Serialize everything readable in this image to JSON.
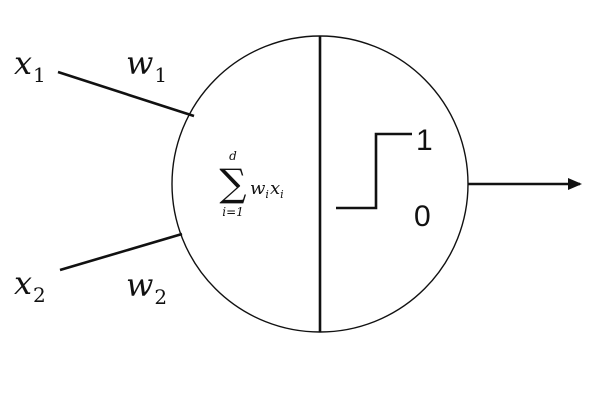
{
  "inputs": [
    {
      "var": "x",
      "sub": "1"
    },
    {
      "var": "x",
      "sub": "2"
    }
  ],
  "weights": [
    {
      "var": "w",
      "sub": "1"
    },
    {
      "var": "w",
      "sub": "2"
    }
  ],
  "summation": {
    "symbol": "∑",
    "upper": "d",
    "lower": "i=1",
    "term_w": "w",
    "term_w_sub": "i",
    "term_x": "x",
    "term_x_sub": "i"
  },
  "step": {
    "high": "1",
    "low": "0"
  },
  "colors": {
    "stroke": "#111111",
    "background": "#ffffff"
  }
}
